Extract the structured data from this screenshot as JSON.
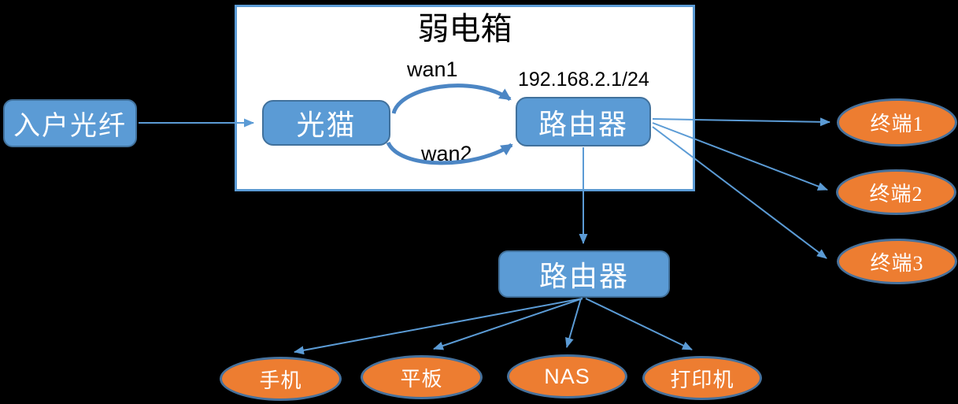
{
  "diagram": {
    "container": {
      "title": "弱电箱"
    },
    "nodes": {
      "fiber": {
        "label": "入户光纤"
      },
      "modem": {
        "label": "光猫"
      },
      "router_main": {
        "label": "路由器",
        "ip": "192.168.2.1/24"
      },
      "router_sub": {
        "label": "路由器"
      },
      "terminal1": {
        "label": "终端1"
      },
      "terminal2": {
        "label": "终端2"
      },
      "terminal3": {
        "label": "终端3"
      },
      "phone": {
        "label": "手机"
      },
      "tablet": {
        "label": "平板"
      },
      "nas": {
        "label": "NAS"
      },
      "printer": {
        "label": "打印机"
      }
    },
    "links": {
      "wan1": {
        "label": "wan1"
      },
      "wan2": {
        "label": "wan2"
      }
    },
    "colors": {
      "background": "#000000",
      "container_fill": "#FFFFFF",
      "container_border": "#5B9BD5",
      "node_fill": "#5B9BD5",
      "node_border": "#41719C",
      "ellipse_fill": "#ED7D31",
      "ellipse_border": "#46719C",
      "arrow": "#5B9BD5",
      "wan_arc": "#4C86C4",
      "node_text": "#FFFFFF",
      "label_text": "#000000"
    }
  }
}
